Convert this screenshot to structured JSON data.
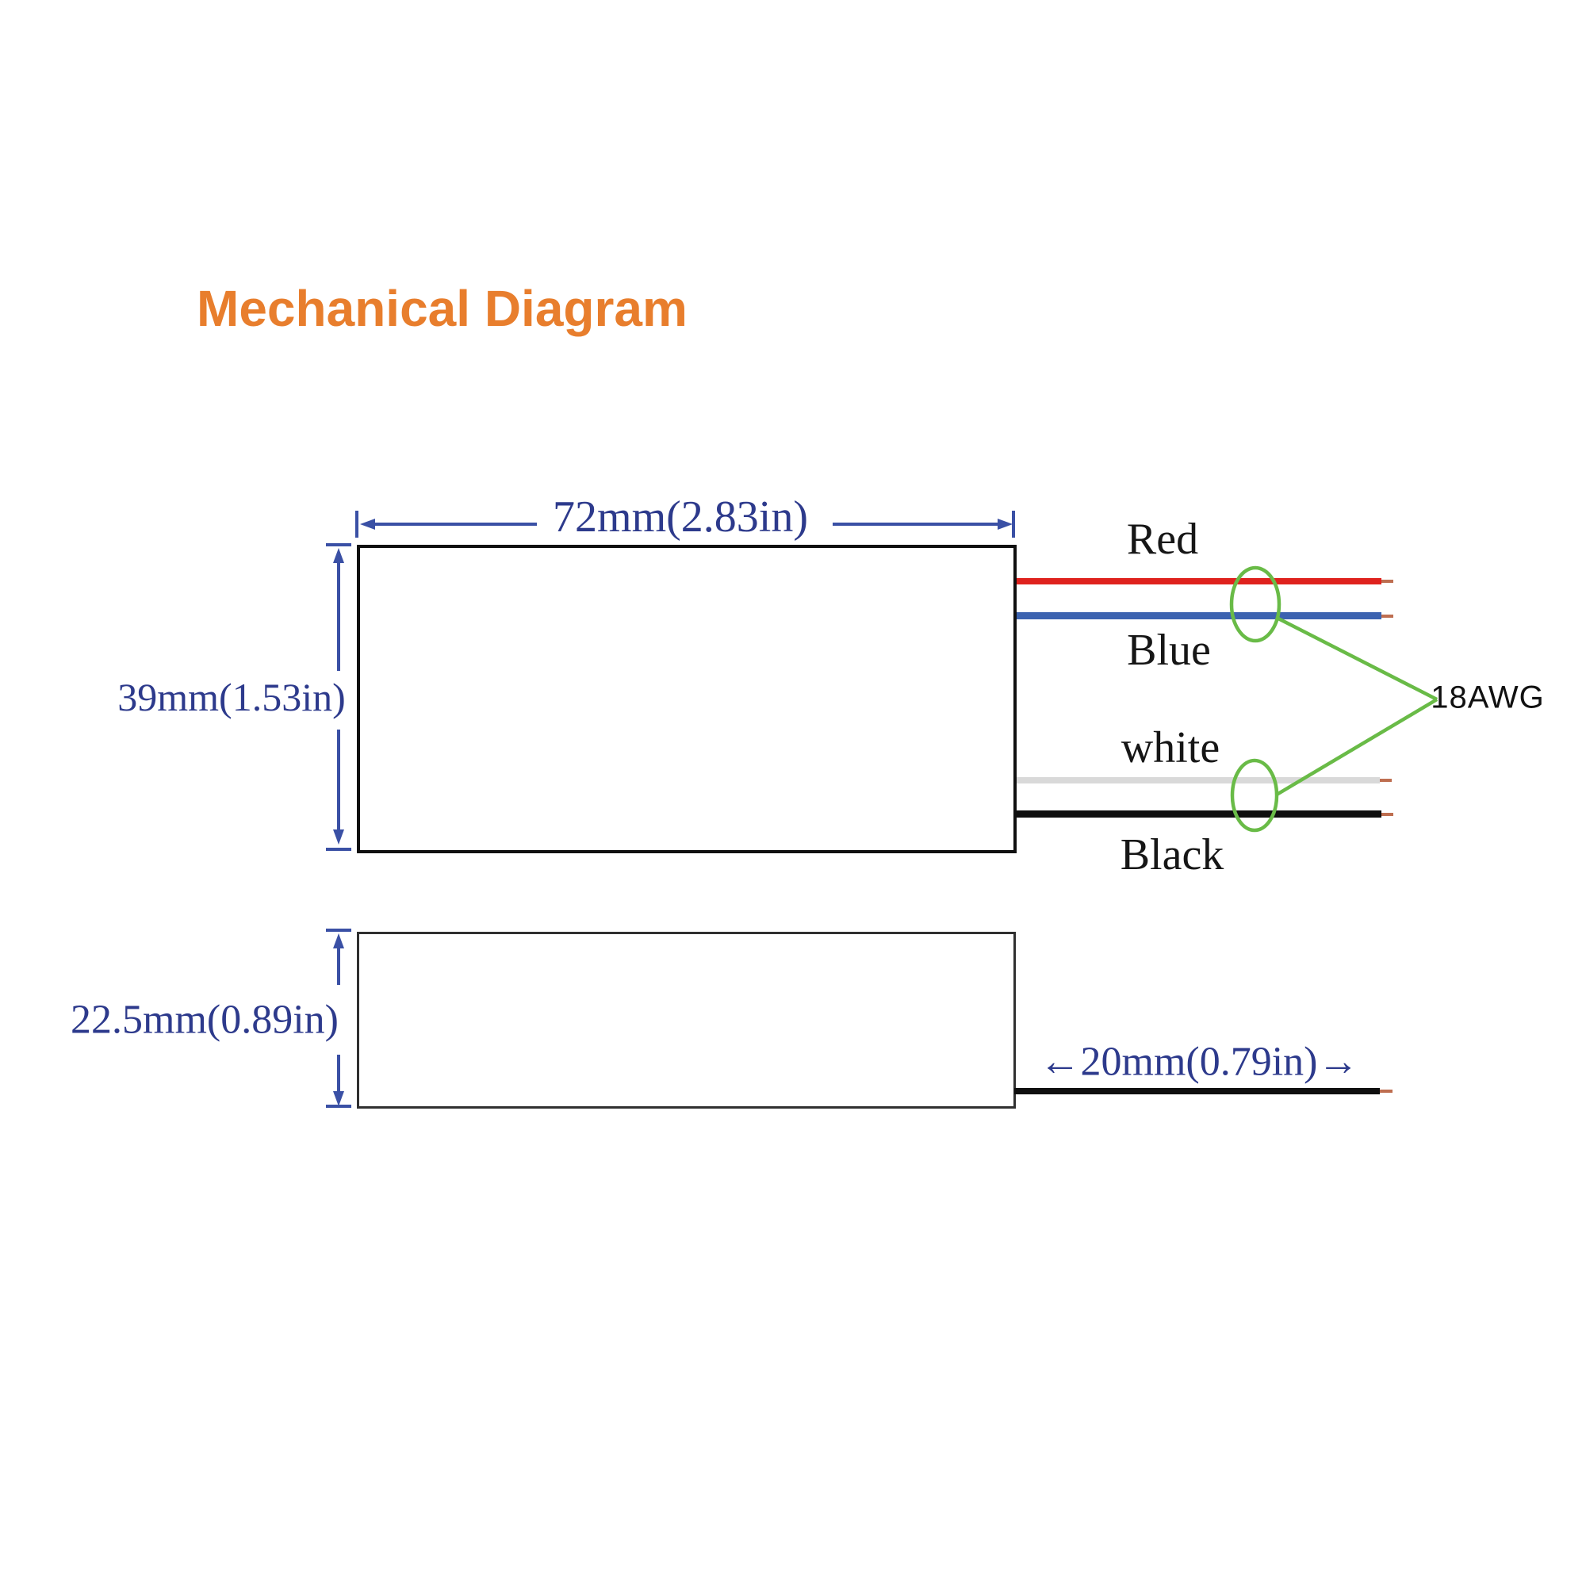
{
  "title": "Mechanical Diagram",
  "colors": {
    "title_orange": "#E87E2D",
    "dimension_blue": "#2D3A8C",
    "wire_red": "#DF221E",
    "wire_blue": "#3C63B0",
    "wire_white": "#D9D9D9",
    "wire_black": "#0F0F0F",
    "wire_tip_copper": "#BE6E50",
    "annotation_green": "#69BB47"
  },
  "top_view": {
    "width_dimension": "72mm(2.83in)",
    "height_dimension": "39mm(1.53in)",
    "wires": {
      "red": {
        "label": "Red",
        "color": "#DF221E"
      },
      "blue": {
        "label": "Blue",
        "color": "#3C63B0"
      },
      "white": {
        "label": "white",
        "color": "#D9D9D9"
      },
      "black": {
        "label": "Black",
        "color": "#0F0F0F"
      }
    },
    "gauge_label": "18AWG"
  },
  "side_view": {
    "height_dimension": "22.5mm(0.89in)",
    "wire_length_dimension": "←20mm(0.79in)→"
  }
}
